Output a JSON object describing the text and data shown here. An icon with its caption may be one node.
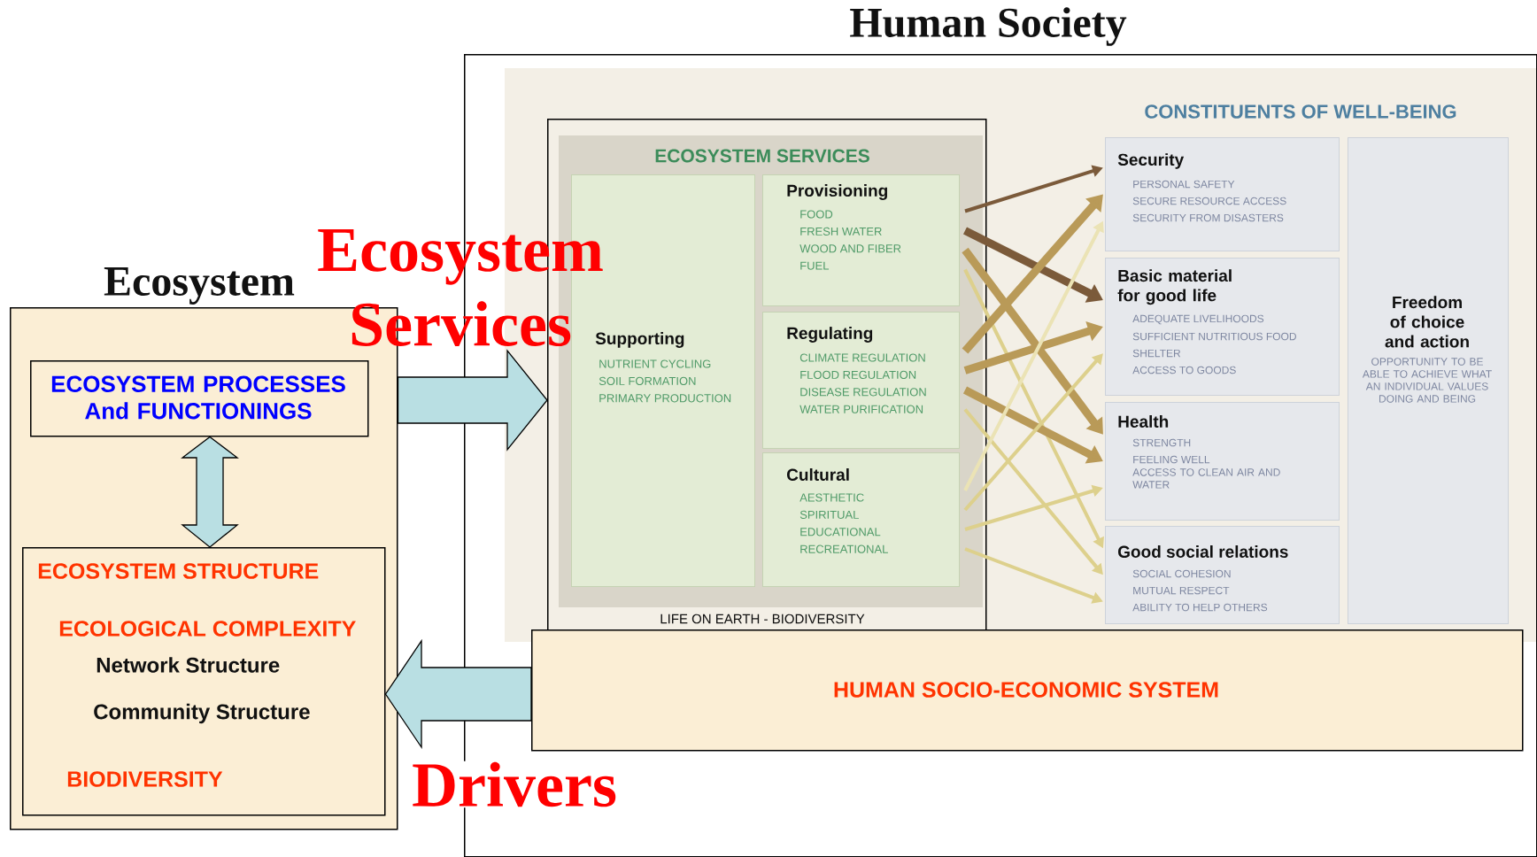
{
  "diagram": {
    "nodes": [
      {
        "text": [
          "Ecosystem"
        ]
      },
      {
        "text": [
          "ECOSYSTEM PROCESSES And FUNCTIONINGS"
        ],
        "in": 0
      },
      {
        "text": [
          "ECOSYSTEM STRUCTURE",
          "ECOLOGICAL COMPLEXITY",
          "Network Structure",
          "Community Structure",
          "BIODIVERSITY"
        ],
        "in": 0
      },
      {
        "text": [
          "Human Society"
        ]
      },
      {
        "text": [
          "ECOSYSTEM SERVICES",
          "LIFE ON EARTH - BIODIVERSITY"
        ],
        "in": 3
      },
      {
        "text": [
          "Supporting",
          "NUTRIENT CYCLING",
          "SOIL FORMATION",
          "PRIMARY PRODUCTION"
        ],
        "in": 4
      },
      {
        "text": [
          "Provisioning",
          "FOOD",
          "FRESH WATER",
          "WOOD AND FIBER",
          "FUEL"
        ],
        "in": 4
      },
      {
        "text": [
          "Regulating",
          "CLIMATE REGULATION",
          "FLOOD REGULATION",
          "DISEASE REGULATION",
          "WATER PURIFICATION"
        ],
        "in": 4
      },
      {
        "text": [
          "Cultural",
          "AESTHETIC",
          "SPIRITUAL",
          "EDUCATIONAL",
          "RECREATIONAL"
        ],
        "in": 4
      },
      {
        "text": [
          "Security",
          "PERSONAL SAFETY",
          "SECURE RESOURCE ACCESS",
          "SECURITY FROM DISASTERS"
        ],
        "in": 3
      },
      {
        "text": [
          "Basic material for good life",
          "ADEQUATE LIVELIHOODS",
          "SUFFICIENT NUTRITIOUS FOOD",
          "SHELTER",
          "ACCESS TO GOODS"
        ],
        "in": 3
      },
      {
        "text": [
          "Health",
          "STRENGTH",
          "FEELING WELL",
          "ACCESS TO CLEAN AIR AND WATER"
        ],
        "in": 3
      },
      {
        "text": [
          "Good social relations",
          "SOCIAL COHESION",
          "MUTUAL RESPECT",
          "ABILITY TO HELP OTHERS"
        ],
        "in": 3
      },
      {
        "text": [
          "Freedom of choice and action",
          "OPPORTUNITY TO BE ABLE TO ACHIEVE WHAT AN INDIVIDUAL VALUES DOING AND BEING"
        ],
        "in": 3
      },
      {
        "text": [
          "HUMAN SOCIO-ECONOMIC SYSTEM"
        ],
        "in": 3
      }
    ],
    "edges": [
      {
        "from": 0,
        "to": 4,
        "arrow": "to",
        "label": "Ecosystem Services"
      },
      {
        "from": 14,
        "to": 2,
        "arrow": "to",
        "label": "Drivers"
      },
      {
        "from": 1,
        "to": 2,
        "arrow": "both"
      },
      {
        "from": 6,
        "to": 9,
        "arrow": "to",
        "color": "#7b5a3a"
      },
      {
        "from": 6,
        "to": 10,
        "arrow": "to",
        "style": "thick",
        "color": "#7b5a3a"
      },
      {
        "from": 6,
        "to": 11,
        "arrow": "to",
        "style": "thick",
        "color": "#b99a58"
      },
      {
        "from": 6,
        "to": 12,
        "arrow": "to",
        "color": "#ddd08c"
      },
      {
        "from": 7,
        "to": 9,
        "arrow": "to",
        "style": "thick",
        "color": "#b99a58"
      },
      {
        "from": 7,
        "to": 10,
        "arrow": "to",
        "style": "thick",
        "color": "#b99a58"
      },
      {
        "from": 7,
        "to": 11,
        "arrow": "to",
        "style": "thick",
        "color": "#b99a58"
      },
      {
        "from": 7,
        "to": 12,
        "arrow": "to",
        "color": "#ddd08c"
      },
      {
        "from": 8,
        "to": 9,
        "arrow": "to",
        "color": "#ebe3b5"
      },
      {
        "from": 8,
        "to": 10,
        "arrow": "to",
        "color": "#ddd08c"
      },
      {
        "from": 8,
        "to": 11,
        "arrow": "to",
        "color": "#ddd08c"
      },
      {
        "from": 8,
        "to": 12,
        "arrow": "to",
        "color": "#ddd08c"
      }
    ],
    "labels": [
      "CONSTITUENTS OF WELL-BEING"
    ]
  }
}
